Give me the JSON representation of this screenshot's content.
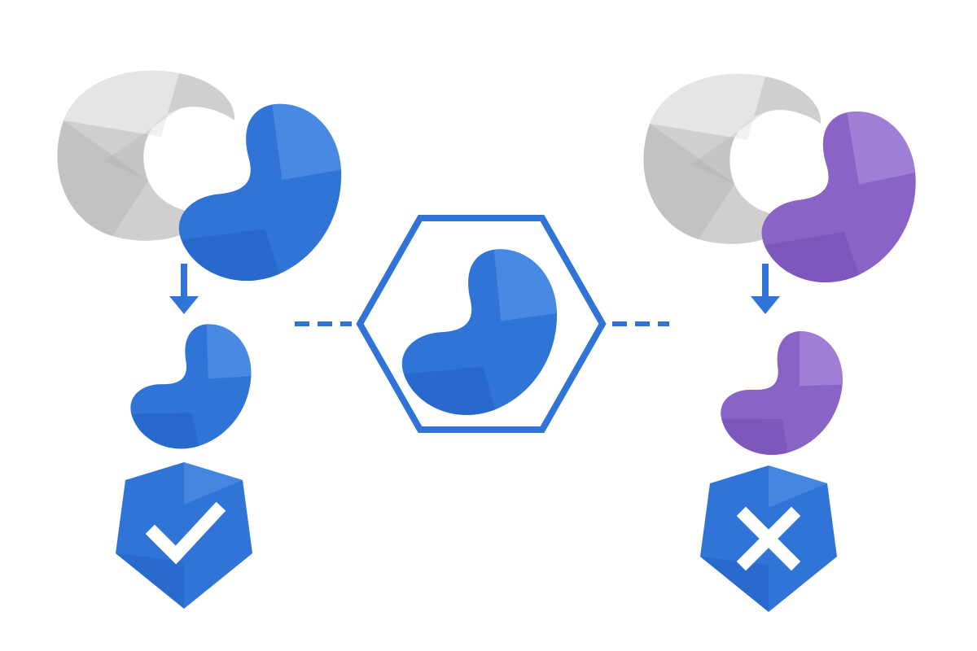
{
  "diagram": {
    "colors": {
      "background": "#ffffff",
      "accent_blue": "#2f74d6",
      "blue_light": "#4f8fe6",
      "blue_dark": "#1f5fbf",
      "purple": "#8a63c7",
      "purple_light": "#a584d9",
      "purple_dark": "#6d49ad",
      "gray": "#cfcfcf",
      "gray_light": "#ececec",
      "gray_dark": "#a9a9a9",
      "mark_white": "#ffffff"
    },
    "panels": [
      {
        "id": "left",
        "complex_colors": [
          "gray",
          "blue"
        ],
        "released_piece_color": "blue",
        "flow_icon": "down-arrow-icon",
        "result_icon": "check-shield-icon",
        "result": "match"
      },
      {
        "id": "center",
        "frame_icon": "hexagon-frame-icon",
        "reference_piece_color": "blue",
        "connector_icon": "dashed-line-icon"
      },
      {
        "id": "right",
        "complex_colors": [
          "gray",
          "purple"
        ],
        "released_piece_color": "purple",
        "flow_icon": "down-arrow-icon",
        "result_icon": "cross-shield-icon",
        "result": "mismatch"
      }
    ]
  }
}
